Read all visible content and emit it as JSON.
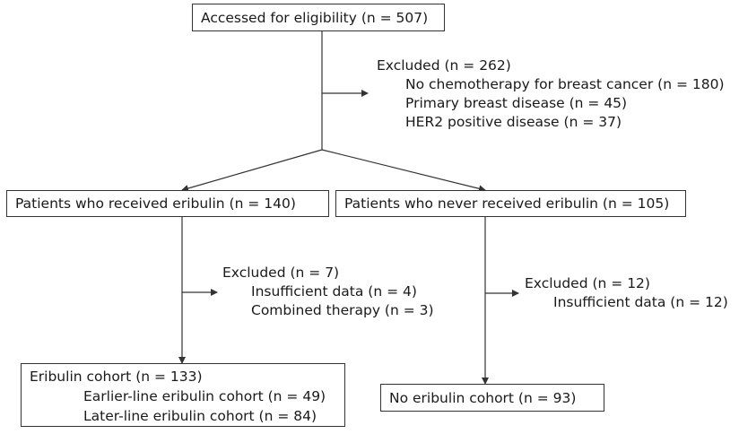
{
  "eligibility": {
    "label": "Accessed for eligibility (n = 507)"
  },
  "excluded_top": {
    "title": "Excluded (n = 262)",
    "items": [
      "No chemotherapy for breast cancer (n = 180)",
      "Primary breast disease (n = 45)",
      "HER2 positive disease (n = 37)"
    ]
  },
  "received": {
    "label": "Patients who received eribulin (n = 140)"
  },
  "never_received": {
    "label": "Patients who never received eribulin (n = 105)"
  },
  "excluded_left": {
    "title": "Excluded (n = 7)",
    "items": [
      "Insufficient data (n = 4)",
      "Combined therapy (n = 3)"
    ]
  },
  "excluded_right": {
    "title": "Excluded (n = 12)",
    "items": [
      "Insufficient data (n = 12)"
    ]
  },
  "eribulin_cohort": {
    "title": "Eribulin cohort (n = 133)",
    "items": [
      "Earlier-line eribulin cohort (n = 49)",
      "Later-line eribulin cohort (n = 84)"
    ]
  },
  "no_eribulin_cohort": {
    "label": "No eribulin cohort (n = 93)"
  },
  "colors": {
    "line": "#333333",
    "border": "#333333",
    "text": "#1a1a1a"
  }
}
